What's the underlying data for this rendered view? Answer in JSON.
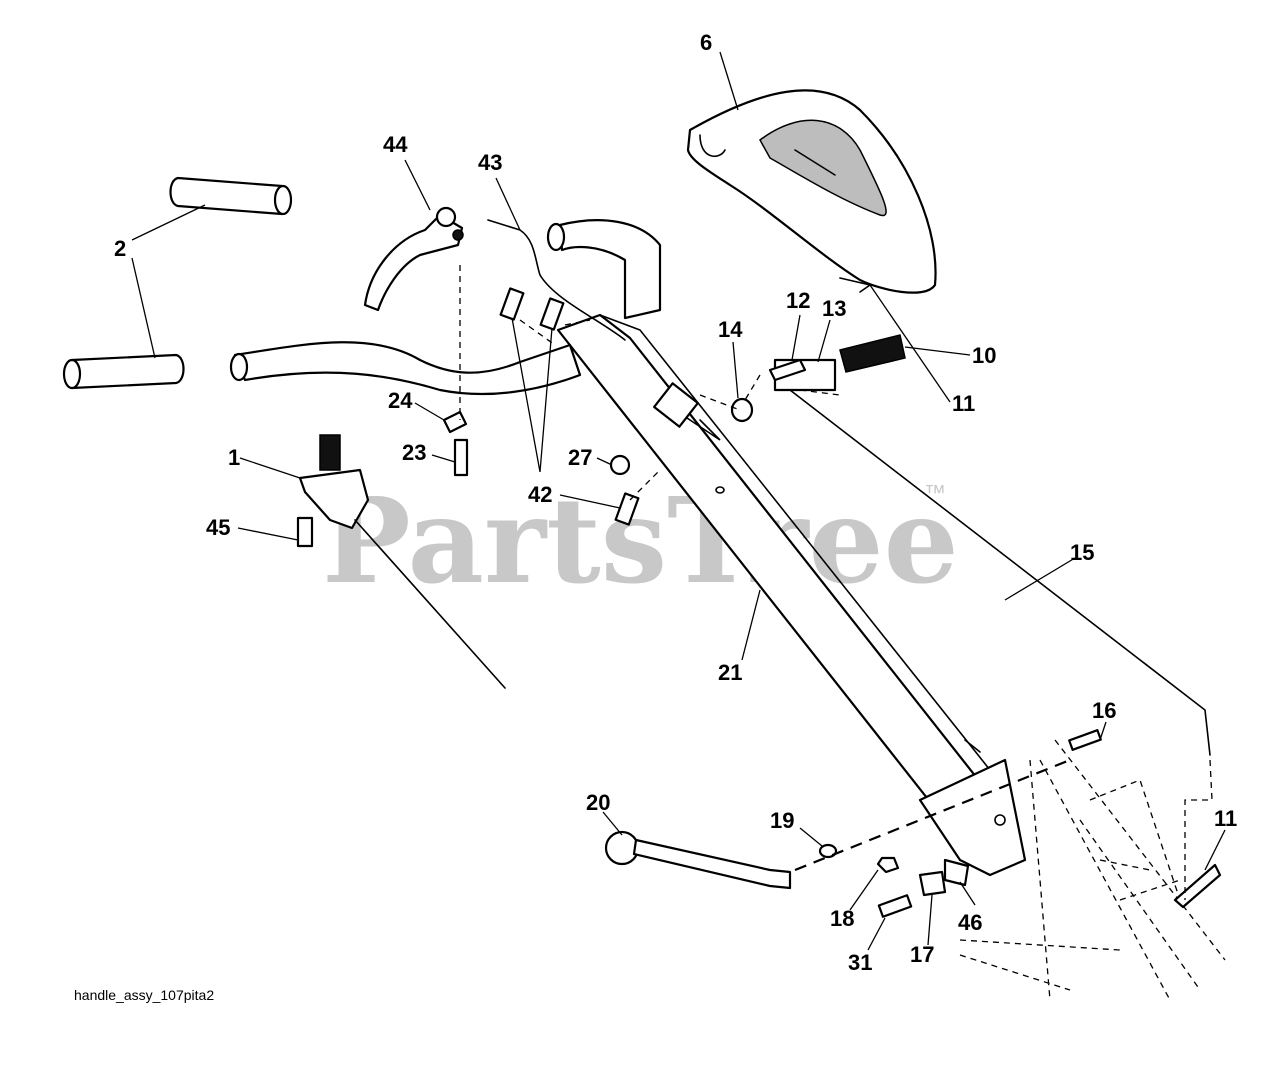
{
  "diagram": {
    "watermark": "PartsTree",
    "watermark_mark": "™",
    "caption": "handle_assy_107pita2",
    "callouts": [
      {
        "id": "c6",
        "label": "6"
      },
      {
        "id": "c44",
        "label": "44"
      },
      {
        "id": "c43",
        "label": "43"
      },
      {
        "id": "c2",
        "label": "2"
      },
      {
        "id": "c12",
        "label": "12"
      },
      {
        "id": "c13",
        "label": "13"
      },
      {
        "id": "c14",
        "label": "14"
      },
      {
        "id": "c10",
        "label": "10"
      },
      {
        "id": "c11a",
        "label": "11"
      },
      {
        "id": "c24",
        "label": "24"
      },
      {
        "id": "c23",
        "label": "23"
      },
      {
        "id": "c1",
        "label": "1"
      },
      {
        "id": "c27",
        "label": "27"
      },
      {
        "id": "c42",
        "label": "42"
      },
      {
        "id": "c45",
        "label": "45"
      },
      {
        "id": "c15",
        "label": "15"
      },
      {
        "id": "c21",
        "label": "21"
      },
      {
        "id": "c16",
        "label": "16"
      },
      {
        "id": "c20",
        "label": "20"
      },
      {
        "id": "c19",
        "label": "19"
      },
      {
        "id": "c11b",
        "label": "11"
      },
      {
        "id": "c18",
        "label": "18"
      },
      {
        "id": "c46",
        "label": "46"
      },
      {
        "id": "c31",
        "label": "31"
      },
      {
        "id": "c17",
        "label": "17"
      }
    ]
  }
}
